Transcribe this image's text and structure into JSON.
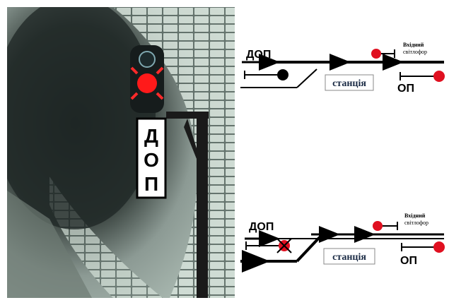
{
  "photo": {
    "sign_letters": [
      "Д",
      "О",
      "П"
    ],
    "signal_light_color": "#ff1a1a"
  },
  "diagram_top": {
    "track_label": "ДОП",
    "station_label": "станція",
    "exit_signal_label_line1": "Вхідний",
    "exit_signal_label_line2": "світлофор",
    "op_label": "ОП",
    "permissive_signal_state": "black"
  },
  "diagram_bottom": {
    "track_label": "ДОП",
    "station_label": "станція",
    "exit_signal_label_line1": "Вхідний",
    "exit_signal_label_line2": "світлофор",
    "op_label": "ОП",
    "permissive_signal_state": "red-crossed"
  },
  "colors": {
    "signal_red": "#e01020",
    "track": "#000000",
    "tunnel_dark": "#2c3430",
    "tunnel_light": "#c8d4cc"
  }
}
